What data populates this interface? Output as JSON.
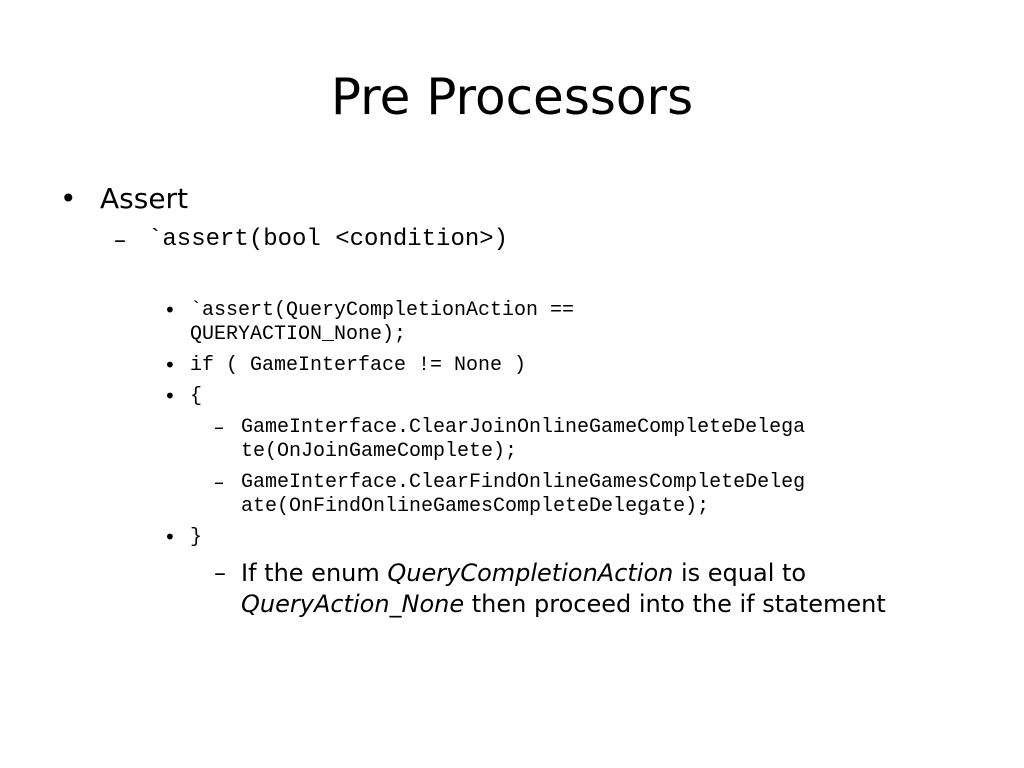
{
  "slide": {
    "title": "Pre Processors",
    "bullets": {
      "assert_label": "Assert",
      "assert_syntax": "`assert(bool <condition>)",
      "code_line1a": "`assert(QueryCompletionAction ==",
      "code_line1b": "QUERYACTION_None);",
      "code_line2": "if ( GameInterface != None )",
      "code_line3": "{",
      "code_line4a": "GameInterface.ClearJoinOnlineGameCompleteDelega",
      "code_line4b": "te(OnJoinGameComplete);",
      "code_line5a": "GameInterface.ClearFindOnlineGamesCompleteDeleg",
      "code_line5b": "ate(OnFindOnlineGamesCompleteDelegate);",
      "code_line6": "}",
      "note_prefix": "If the enum ",
      "note_enum": "QueryCompletionAction",
      "note_mid": " is equal to",
      "note_value": "QueryAction_None",
      "note_suffix": " then proceed into the if statement"
    },
    "markers": {
      "bullet": "•",
      "dash": "–"
    }
  }
}
